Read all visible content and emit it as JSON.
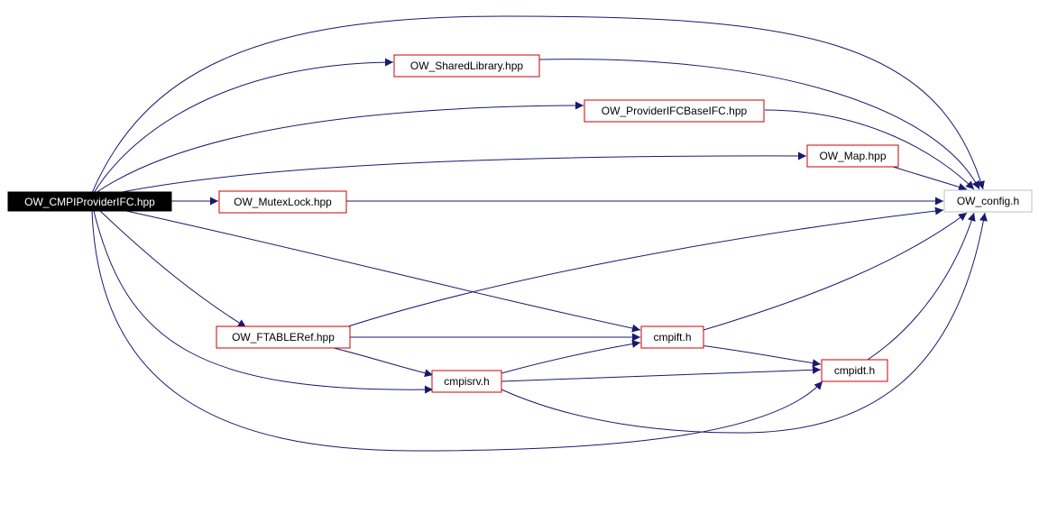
{
  "graph": {
    "colors": {
      "edge": "#191970",
      "node_border": "#cc0000",
      "node_fill": "#ffffff",
      "root_fill": "#000000",
      "root_text": "#ffffff",
      "leaf_border": "#bfbfbf",
      "text": "#000000"
    },
    "nodes": {
      "root": {
        "label": "OW_CMPIProviderIFC.hpp"
      },
      "shared_library": {
        "label": "OW_SharedLibrary.hpp"
      },
      "provider_ifc_base": {
        "label": "OW_ProviderIFCBaseIFC.hpp"
      },
      "map": {
        "label": "OW_Map.hpp"
      },
      "mutex_lock": {
        "label": "OW_MutexLock.hpp"
      },
      "config": {
        "label": "OW_config.h"
      },
      "ftable_ref": {
        "label": "OW_FTABLERef.hpp"
      },
      "cmpift": {
        "label": "cmpift.h"
      },
      "cmpisrv": {
        "label": "cmpisrv.h"
      },
      "cmpidt": {
        "label": "cmpidt.h"
      }
    },
    "edges": [
      [
        "root",
        "shared_library"
      ],
      [
        "root",
        "provider_ifc_base"
      ],
      [
        "root",
        "map"
      ],
      [
        "root",
        "mutex_lock"
      ],
      [
        "root",
        "config"
      ],
      [
        "root",
        "ftable_ref"
      ],
      [
        "root",
        "cmpift"
      ],
      [
        "root",
        "cmpisrv"
      ],
      [
        "root",
        "cmpidt"
      ],
      [
        "shared_library",
        "config"
      ],
      [
        "provider_ifc_base",
        "config"
      ],
      [
        "map",
        "config"
      ],
      [
        "mutex_lock",
        "config"
      ],
      [
        "ftable_ref",
        "config"
      ],
      [
        "ftable_ref",
        "cmpift"
      ],
      [
        "ftable_ref",
        "cmpisrv"
      ],
      [
        "cmpift",
        "config"
      ],
      [
        "cmpift",
        "cmpidt"
      ],
      [
        "cmpisrv",
        "cmpift"
      ],
      [
        "cmpisrv",
        "cmpidt"
      ],
      [
        "cmpisrv",
        "config"
      ],
      [
        "cmpidt",
        "config"
      ]
    ]
  }
}
